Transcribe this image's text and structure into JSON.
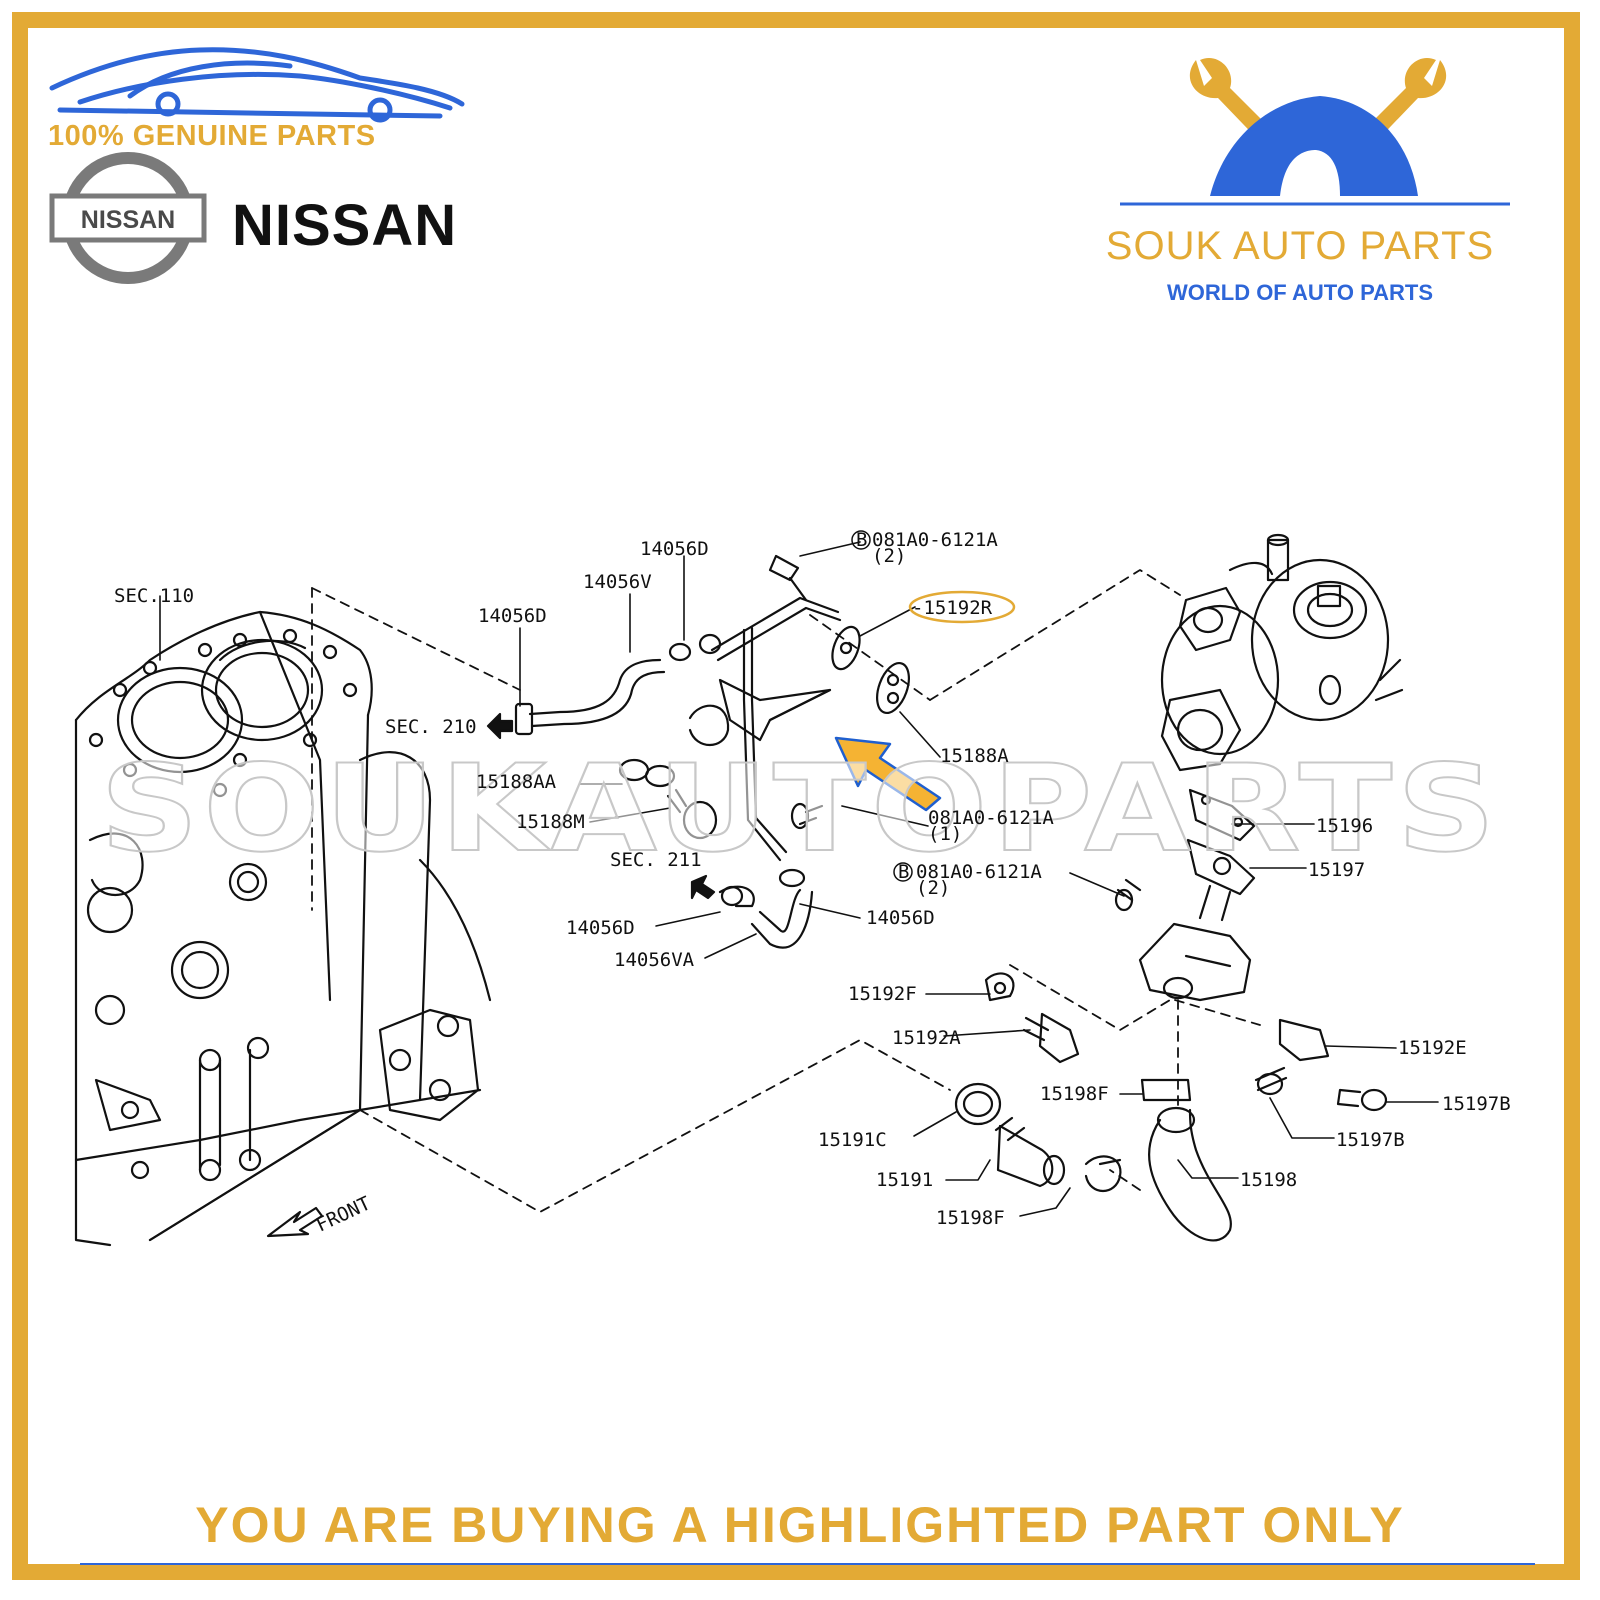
{
  "branding": {
    "genuine_text": "100% GENUINE PARTS",
    "nissan_badge_text": "NISSAN",
    "nissan_wordmark": "NISSAN",
    "seller_name": "SOUK AUTO PARTS",
    "seller_tagline": "WORLD OF AUTO PARTS",
    "watermark": "SOUKAUTOPARTS",
    "accent_color": "#E3AA35",
    "blue_color": "#2E66D8"
  },
  "diagram": {
    "highlighted_part": "15192R",
    "labels": {
      "sec110": "SEC.110",
      "sec210": "SEC. 210",
      "sec211": "SEC. 211",
      "front": "FRONT",
      "p14056D_a": "14056D",
      "p14056V": "14056V",
      "p14056D_b": "14056D",
      "bolt_top": "081A0-6121A",
      "bolt_top_qty": "(2)",
      "p15192R": "-15192R",
      "p15188A": "15188A",
      "p15188AA": "15188AA",
      "p15188M": "15188M",
      "bolt_mid": "081A0-6121A",
      "bolt_mid_qty": "(1)",
      "bolt_low": "081A0-6121A",
      "bolt_low_qty": "(2)",
      "p15196": "15196",
      "p15197": "15197",
      "p14056D_c": "14056D",
      "p14056D_d": "14056D",
      "p14056VA": "14056VA",
      "p15192F": "15192F",
      "p15192A": "15192A",
      "p15192E": "15192E",
      "p15197B_a": "15197B",
      "p15197B_b": "15197B",
      "p15198F_a": "15198F",
      "p15191C": "15191C",
      "p15191": "15191",
      "p15198": "15198",
      "p15198F_b": "15198F",
      "bolt_marker": "B"
    }
  },
  "footer": {
    "notice": "YOU ARE BUYING A HIGHLIGHTED PART ONLY"
  }
}
